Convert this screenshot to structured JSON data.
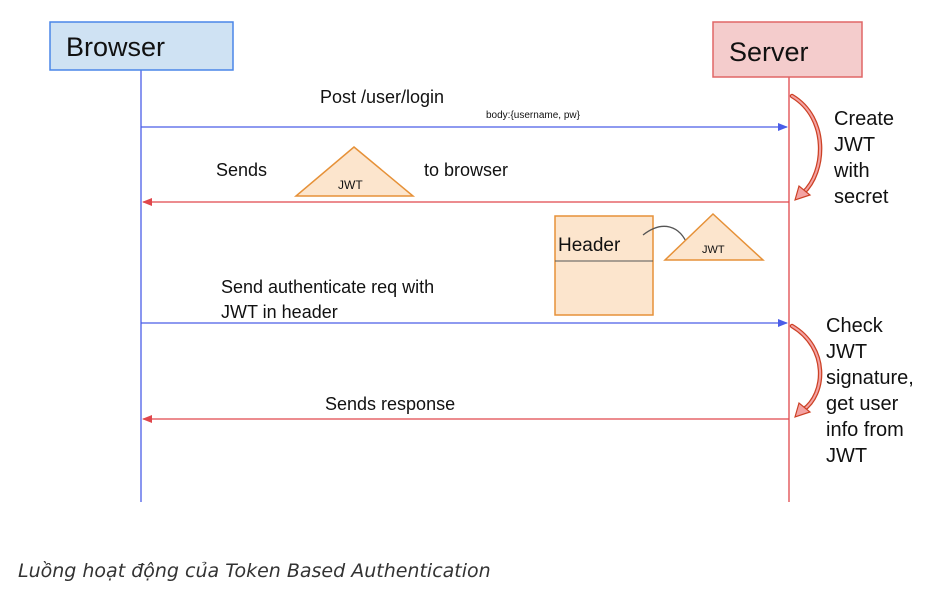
{
  "participants": {
    "browser": {
      "label": "Browser",
      "fill": "#cfe2f3",
      "stroke": "#4a86e8"
    },
    "server": {
      "label": "Server",
      "fill": "#f4cccc",
      "stroke": "#e06666"
    }
  },
  "messages": {
    "post_login": {
      "label": "Post /user/login",
      "sublabel": "body:{username, pw}",
      "color": "#4a5de8"
    },
    "sends_jwt": {
      "label_before": "Sends",
      "token": "JWT",
      "label_after": "to browser",
      "color": "#e0474c"
    },
    "auth_req": {
      "line1": "Send authenticate req with",
      "line2": "JWT in header",
      "color": "#4a5de8"
    },
    "sends_response": {
      "label": "Sends response",
      "color": "#e0474c"
    }
  },
  "header_box": {
    "label": "Header",
    "token": "JWT",
    "fill": "#fce5cd",
    "stroke": "#e69138"
  },
  "server_notes": {
    "create": [
      "Create",
      "JWT",
      "with",
      "secret"
    ],
    "check": [
      "Check",
      "JWT",
      "signature,",
      "get user",
      "info from",
      "JWT"
    ]
  },
  "caption": "Luồng hoạt động của Token Based Authentication"
}
